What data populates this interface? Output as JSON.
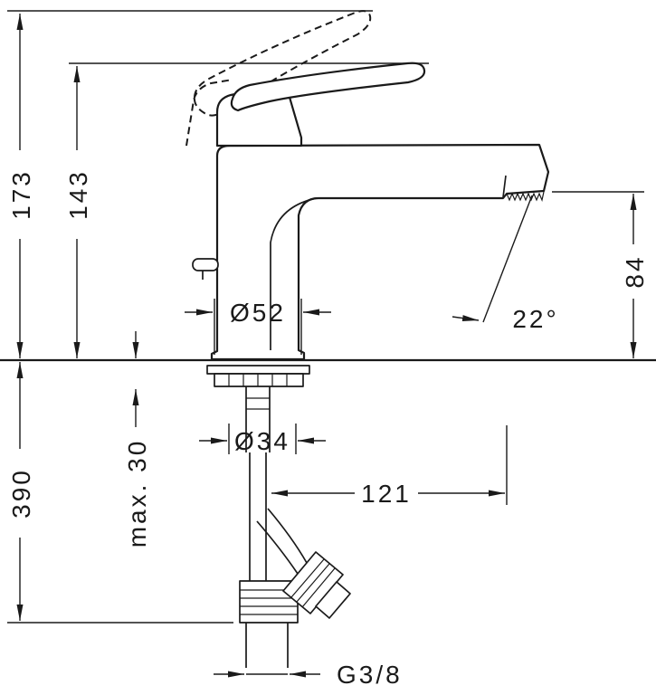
{
  "page": {
    "background": "#ffffff",
    "stroke_color": "#1a1a1a"
  },
  "diagram": {
    "type": "technical-dimension-drawing",
    "subject": "Single-lever basin mixer faucet, front elevation with installation dimensions",
    "units": "mm",
    "dimensions": {
      "total_height": "173",
      "lever_height": "143",
      "spout_height": "84",
      "base_diameter": "Ø52",
      "shank_diameter": "Ø34",
      "max_deck_thickness": "max. 30",
      "hose_length": "390",
      "spout_reach": "121",
      "spout_angle": "22°",
      "connection_thread": "G3/8"
    }
  }
}
